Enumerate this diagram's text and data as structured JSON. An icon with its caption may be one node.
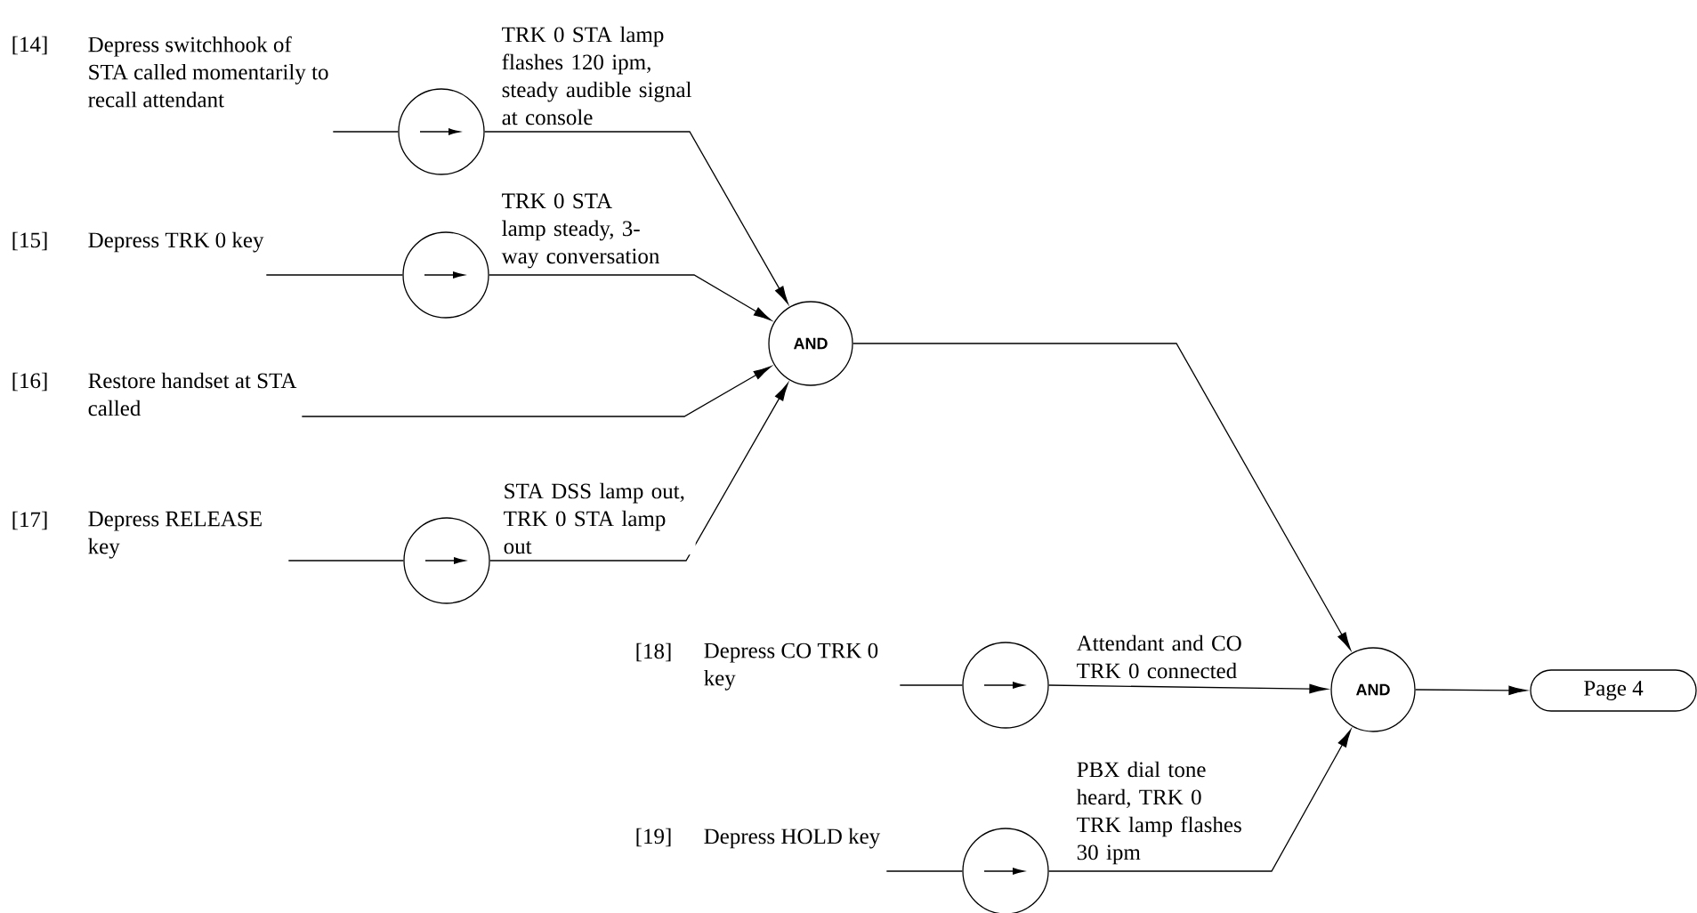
{
  "diagram": {
    "nodes": [
      {
        "text": [
          "[14]",
          "Depress switchhook of STA called momentarily to recall attendant"
        ]
      },
      {
        "text": [],
        "shape": "circle"
      },
      {
        "text": [
          "[15]",
          "Depress TRK 0 key"
        ]
      },
      {
        "text": [],
        "shape": "circle"
      },
      {
        "text": [
          "AND"
        ]
      },
      {
        "text": [
          "[16]",
          "Restore handset at STA called"
        ]
      },
      {
        "text": [
          "[17]",
          "Depress RELEASE key"
        ]
      },
      {
        "text": [],
        "shape": "circle"
      },
      {
        "text": [
          "[18]",
          "Depress CO TRK 0 key"
        ]
      },
      {
        "text": [],
        "shape": "circle"
      },
      {
        "text": [
          "AND"
        ]
      },
      {
        "text": [
          "Page 4"
        ]
      },
      {
        "text": [
          "[19]",
          "Depress HOLD key"
        ]
      },
      {
        "text": [],
        "shape": "circle"
      }
    ],
    "edges": [
      {
        "from": 0,
        "to": 1,
        "arrow": "none"
      },
      {
        "from": 1,
        "to": 4,
        "arrow": "to",
        "label": "TRK 0 STA lamp flashes 120 ipm, steady audible signal at console"
      },
      {
        "from": 2,
        "to": 3,
        "arrow": "none"
      },
      {
        "from": 3,
        "to": 4,
        "arrow": "to",
        "label": "TRK 0 STA lamp steady, 3-way conversation"
      },
      {
        "from": 5,
        "to": 4,
        "arrow": "to"
      },
      {
        "from": 6,
        "to": 7,
        "arrow": "none"
      },
      {
        "from": 7,
        "to": 4,
        "arrow": "to",
        "label": "STA DSS lamp out, TRK 0 STA lamp out"
      },
      {
        "from": 4,
        "to": 10,
        "arrow": "to"
      },
      {
        "from": 8,
        "to": 9,
        "arrow": "none"
      },
      {
        "from": 9,
        "to": 10,
        "arrow": "to",
        "label": "Attendant and CO TRK 0 connected"
      },
      {
        "from": 12,
        "to": 13,
        "arrow": "none"
      },
      {
        "from": 13,
        "to": 10,
        "arrow": "to",
        "label": "PBX dial tone heard, TRK 0 TRK lamp flashes 30 ipm"
      },
      {
        "from": 10,
        "to": 11,
        "arrow": "to"
      }
    ]
  }
}
